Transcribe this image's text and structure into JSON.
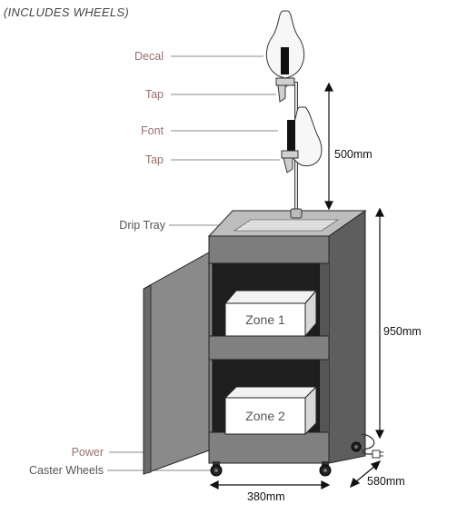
{
  "caption": "(INCLUDES WHEELS)",
  "labels": {
    "decal": "Decal",
    "tap_upper": "Tap",
    "font": "Font",
    "tap_lower": "Tap",
    "drip_tray": "Drip Tray",
    "power": "Power",
    "caster_wheels": "Caster Wheels"
  },
  "zones": {
    "zone1": "Zone 1",
    "zone2": "Zone 2"
  },
  "dimensions": {
    "tower_height": "500mm",
    "cabinet_height": "950mm",
    "width": "380mm",
    "depth": "580mm"
  },
  "colors": {
    "label_text": "#9a7070",
    "cabinet_fill": "#7d7d7d",
    "cabinet_dark": "#5a5a5a",
    "outline": "#222222"
  }
}
